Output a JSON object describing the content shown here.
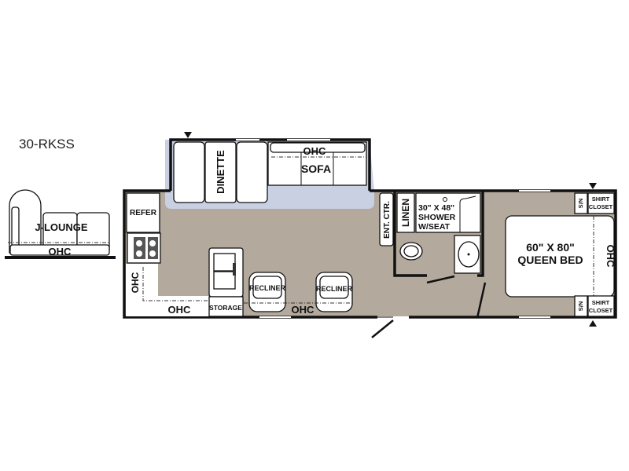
{
  "model_name": "30-RKSS",
  "rooms": {
    "j_lounge": "J-LOUNGE",
    "j_lounge_ohc": "OHC",
    "dinette": "DINETTE",
    "sofa_ohc": "OHC",
    "sofa": "SOFA",
    "refer": "REFER",
    "ohc_left": "OHC",
    "ohc_bottom_left": "OHC",
    "storage": "STORAGE",
    "recliner_1": "RECLINER",
    "recliner_2": "RECLINER",
    "ohc_bottom": "OHC",
    "ent_ctr": "ENT. CTR.",
    "linen": "LINEN",
    "shower_line1": "30\" X 48\"",
    "shower_line2": "SHOWER",
    "shower_line3": "W/SEAT",
    "bed_line1": "60\" X 80\"",
    "bed_line2": "QUEEN BED",
    "ohc_bedroom": "OHC",
    "ns_top": "N/S",
    "closet_top_1": "SHIRT",
    "closet_top_2": "CLOSET",
    "ns_bottom": "N/S",
    "closet_bottom_1": "SHIRT",
    "closet_bottom_2": "CLOSET"
  },
  "colors": {
    "floor": "#b3aa9d",
    "slide_floor": "#c9d0e2",
    "wall": "#111111"
  }
}
